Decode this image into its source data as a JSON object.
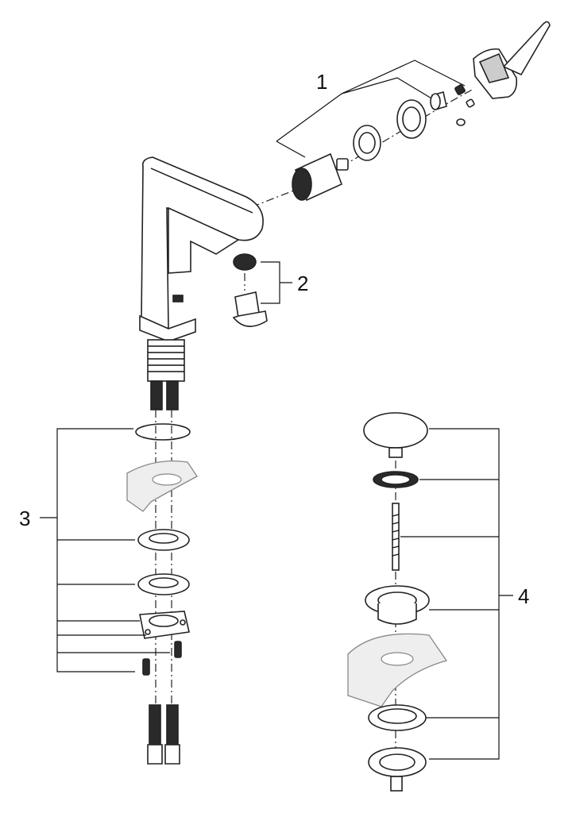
{
  "diagram": {
    "callouts": [
      {
        "id": "1",
        "label": "1"
      },
      {
        "id": "2",
        "label": "2"
      },
      {
        "id": "3",
        "label": "3"
      },
      {
        "id": "4",
        "label": "4"
      }
    ],
    "colors": {
      "line": "#111111",
      "part_fill": "#ffffff",
      "dark_part": "#2a2a2a",
      "ghost_fill": "#eeeeee"
    }
  }
}
